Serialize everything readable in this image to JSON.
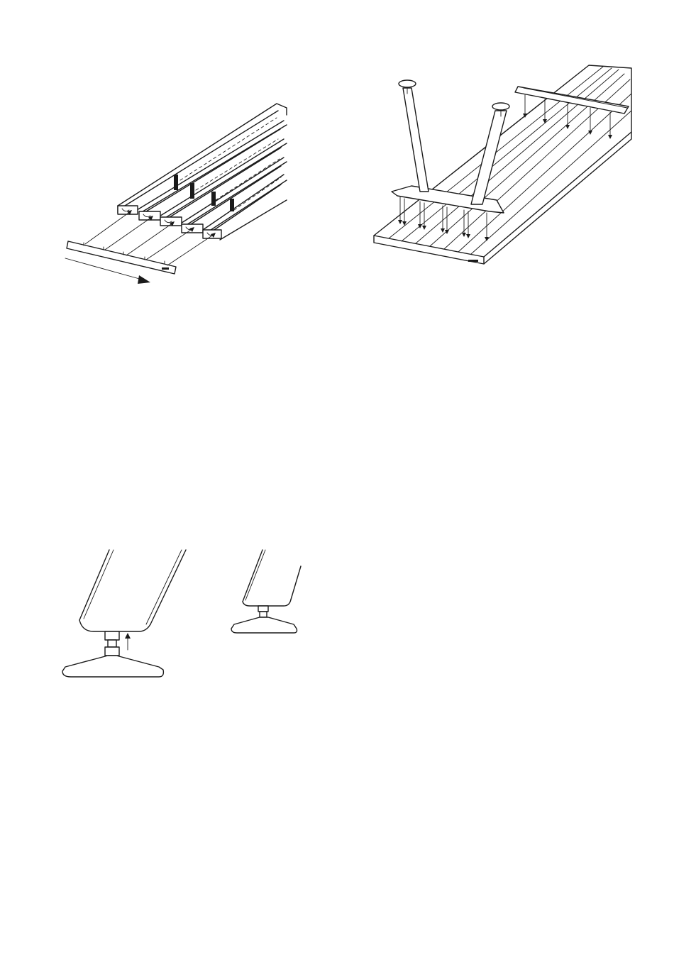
{
  "page": {
    "background": "#ffffff",
    "line_color": "#1a1a1a"
  },
  "figures": [
    {
      "id": "end-cap-assembly",
      "kind": "exploded-diagram",
      "arrows": 5,
      "clips": 4
    },
    {
      "id": "frame-and-crossbar-assembly",
      "kind": "exploded-diagram",
      "legs": 2,
      "arrows_down": 16
    },
    {
      "id": "foot-screw-adjustment",
      "kind": "detail-diagram",
      "arrow_direction": "up"
    },
    {
      "id": "foot-screw-fitted",
      "kind": "detail-diagram"
    }
  ]
}
